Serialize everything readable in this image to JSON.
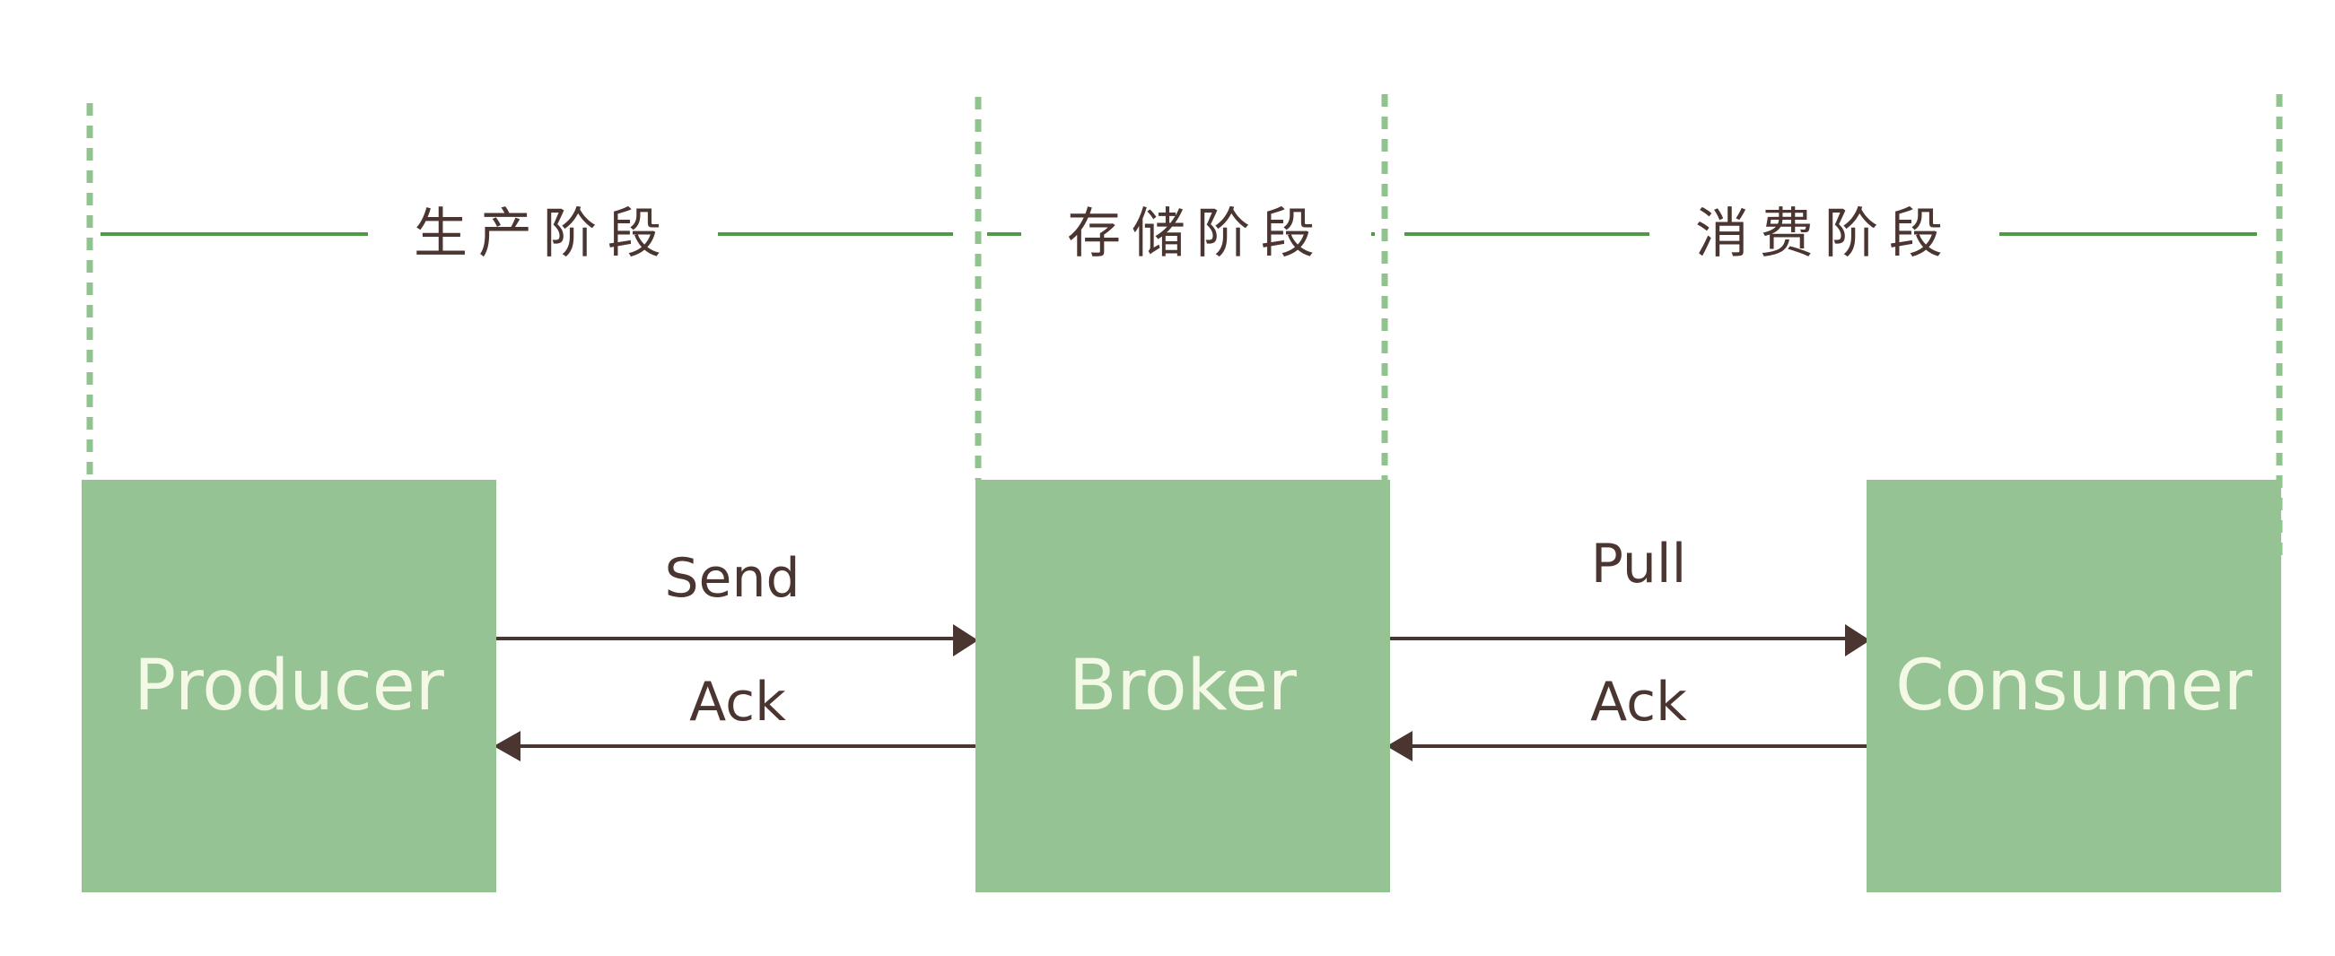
{
  "stages": [
    {
      "id": "production",
      "label": "生产阶段"
    },
    {
      "id": "storage",
      "label": "存储阶段"
    },
    {
      "id": "consumption",
      "label": "消费阶段"
    }
  ],
  "nodes": [
    {
      "id": "producer",
      "label": "Producer"
    },
    {
      "id": "broker",
      "label": "Broker"
    },
    {
      "id": "consumer",
      "label": "Consumer"
    }
  ],
  "edges": [
    {
      "id": "send",
      "from": "producer",
      "to": "broker",
      "label": "Send"
    },
    {
      "id": "ack1",
      "from": "broker",
      "to": "producer",
      "label": "Ack"
    },
    {
      "id": "pull",
      "from": "broker",
      "to": "consumer",
      "label": "Pull"
    },
    {
      "id": "ack2",
      "from": "consumer",
      "to": "broker",
      "label": "Ack"
    }
  ],
  "colors": {
    "node_fill": "#95c394",
    "node_text": "#f4f9e6",
    "divider": "#8fc48f",
    "stage_line": "#4f9a46",
    "text": "#4a3530",
    "arrow": "#4a3530"
  }
}
